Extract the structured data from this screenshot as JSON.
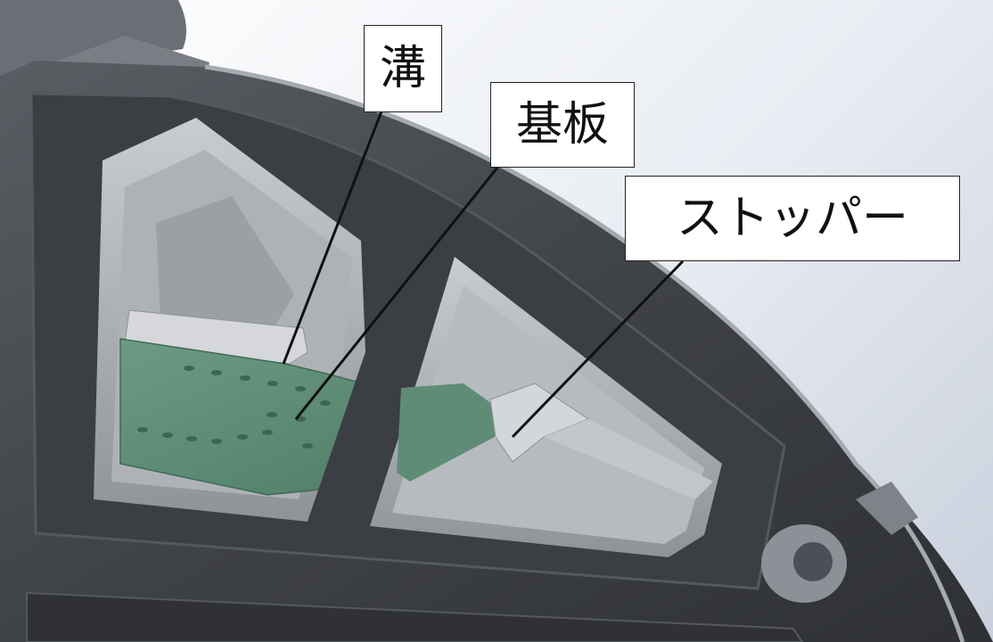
{
  "labels": {
    "groove": "溝",
    "board": "基板",
    "stopper": "ストッパー"
  },
  "colors": {
    "background": "#e9edf3",
    "housing": "#4a4d53",
    "housing_highlight": "#8a8e95",
    "window_frame": "#b9bcc0",
    "pcb": "#5f8c76",
    "pcb_hole": "#3e6552",
    "leader_line": "#111111"
  }
}
